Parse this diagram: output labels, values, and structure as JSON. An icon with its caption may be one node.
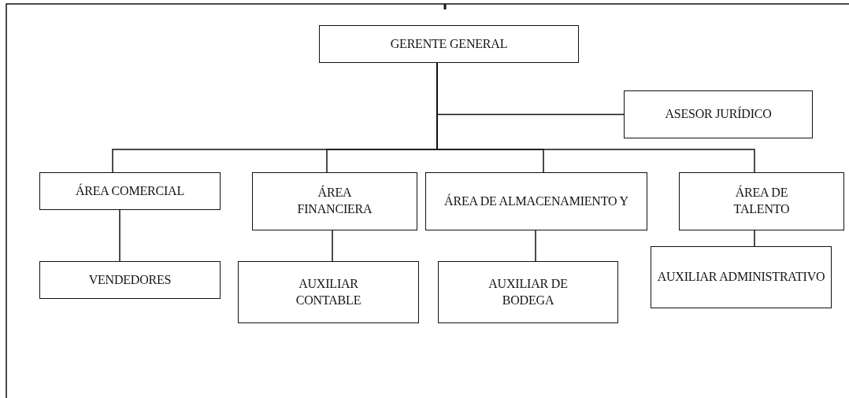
{
  "diagram": {
    "nodes": [
      {
        "text": [
          "GERENTE GENERAL"
        ]
      },
      {
        "text": [
          "ASESOR JURÍDICO"
        ]
      },
      {
        "text": [
          "ÁREA COMERCIAL"
        ]
      },
      {
        "text": [
          "ÁREA FINANCIERA"
        ]
      },
      {
        "text": [
          "ÁREA DE ALMACENAMIENTO Y"
        ]
      },
      {
        "text": [
          "ÁREA DE TALENTO"
        ]
      },
      {
        "text": [
          "VENDEDORES"
        ]
      },
      {
        "text": [
          "AUXILIAR CONTABLE"
        ]
      },
      {
        "text": [
          "AUXILIAR DE BODEGA"
        ]
      },
      {
        "text": [
          "AUXILIAR ADMINISTRATIVO"
        ]
      }
    ],
    "edges": [
      {
        "from": 0,
        "to": 1,
        "arrow": "none"
      },
      {
        "from": 0,
        "to": 2,
        "arrow": "none"
      },
      {
        "from": 0,
        "to": 3,
        "arrow": "none"
      },
      {
        "from": 0,
        "to": 4,
        "arrow": "none"
      },
      {
        "from": 0,
        "to": 5,
        "arrow": "none"
      },
      {
        "from": 2,
        "to": 6,
        "arrow": "none"
      },
      {
        "from": 3,
        "to": 7,
        "arrow": "none"
      },
      {
        "from": 4,
        "to": 8,
        "arrow": "none"
      },
      {
        "from": 5,
        "to": 9,
        "arrow": "none"
      }
    ]
  }
}
